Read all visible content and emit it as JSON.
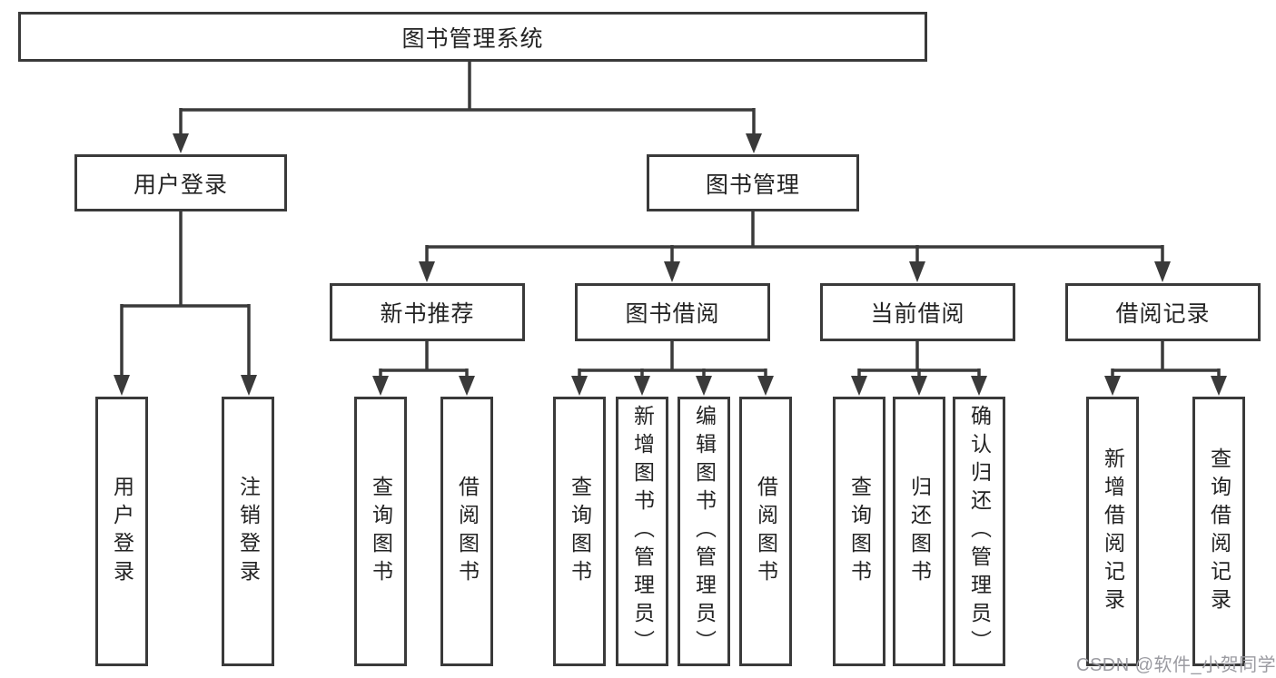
{
  "colors": {
    "line": "#3a3a3a",
    "text": "#232323",
    "watermark_color": "#9b9ba1",
    "background": "#ffffff"
  },
  "watermark": "CSDN @软件_小贺同学",
  "tree": {
    "root": {
      "label": "图书管理系统"
    },
    "branches": [
      {
        "label": "用户登录",
        "leaves": [
          {
            "label": "用户登录"
          },
          {
            "label": "注销登录"
          }
        ]
      },
      {
        "label": "图书管理",
        "groups": [
          {
            "label": "新书推荐",
            "leaves": [
              {
                "label": "查询图书"
              },
              {
                "label": "借阅图书"
              }
            ]
          },
          {
            "label": "图书借阅",
            "leaves": [
              {
                "label": "查询图书"
              },
              {
                "label": "新增图书（管理员）"
              },
              {
                "label": "编辑图书（管理员）"
              },
              {
                "label": "借阅图书"
              }
            ]
          },
          {
            "label": "当前借阅",
            "leaves": [
              {
                "label": "查询图书"
              },
              {
                "label": "归还图书"
              },
              {
                "label": "确认归还（管理员）"
              }
            ]
          },
          {
            "label": "借阅记录",
            "leaves": [
              {
                "label": "新增借阅记录"
              },
              {
                "label": "查询借阅记录"
              }
            ]
          }
        ]
      }
    ]
  }
}
